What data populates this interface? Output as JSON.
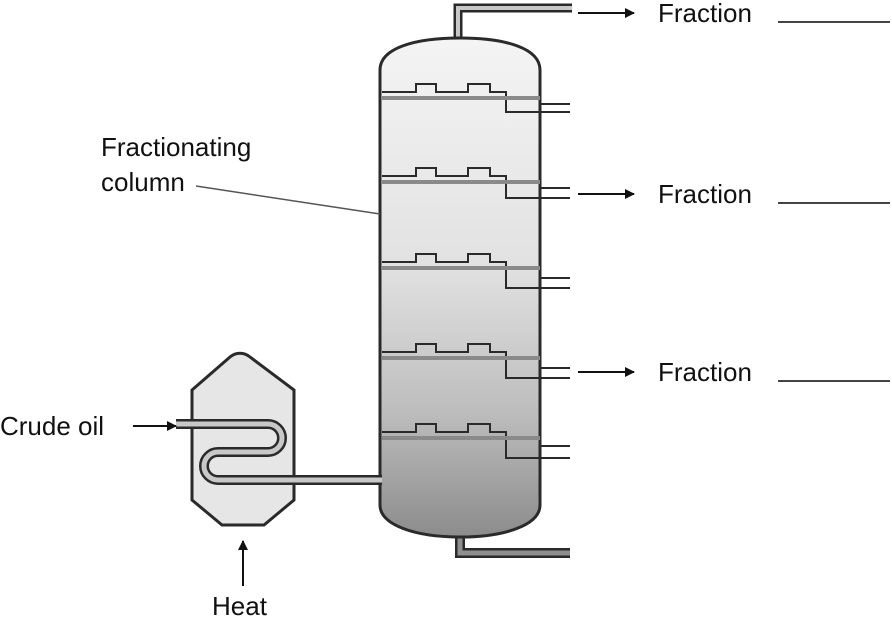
{
  "labels": {
    "column_line1": "Fractionating",
    "column_line2": "column",
    "crude_oil": "Crude oil",
    "heat": "Heat",
    "fraction_top": "Fraction",
    "fraction_mid": "Fraction",
    "fraction_low": "Fraction"
  },
  "colors": {
    "outline": "#2a2a2a",
    "column_top": "#f4f4f4",
    "column_bottom": "#8c8c8c",
    "furnace_fill": "#e6e6e6",
    "pipe": "#bdbdbd",
    "tray": "#8a8a8a"
  }
}
